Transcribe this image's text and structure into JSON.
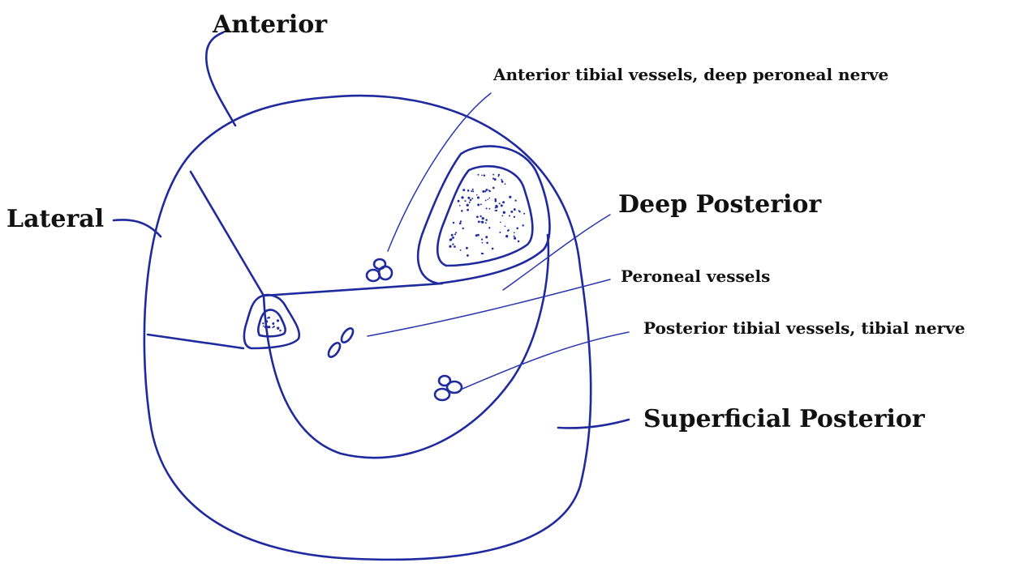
{
  "labels": {
    "anterior": "Anterior",
    "lateral": "Lateral",
    "anterior_tibial": "Anterior tibial vessels, deep peroneal nerve",
    "deep_posterior": "Deep Posterior",
    "peroneal_vessels": "Peroneal vessels",
    "posterior_tibial": "Posterior tibial vessels, tibial nerve",
    "superficial_posterior": "Superficial Posterior"
  },
  "colors": {
    "ink": "#1f2a9e",
    "text": "#111111",
    "background": "#ffffff"
  }
}
